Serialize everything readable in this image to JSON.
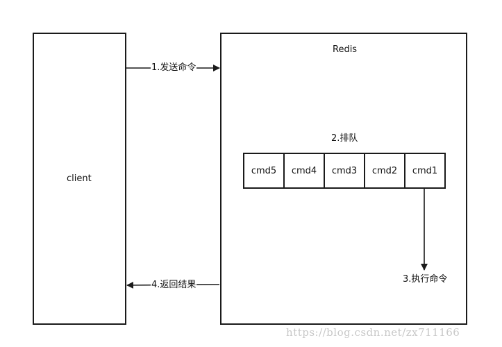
{
  "client": {
    "label": "client"
  },
  "redis": {
    "label": "Redis"
  },
  "arrows": {
    "send": "1.发送命令",
    "queue": "2.排队",
    "execute": "3.执行命令",
    "return": "4.返回结果"
  },
  "queue_cells": [
    "cmd5",
    "cmd4",
    "cmd3",
    "cmd2",
    "cmd1"
  ],
  "watermark": "https://blog.csdn.net/zx711166",
  "colors": {
    "stroke": "#1a1a1a",
    "text": "#111111",
    "watermark": "#c8c8c8"
  }
}
